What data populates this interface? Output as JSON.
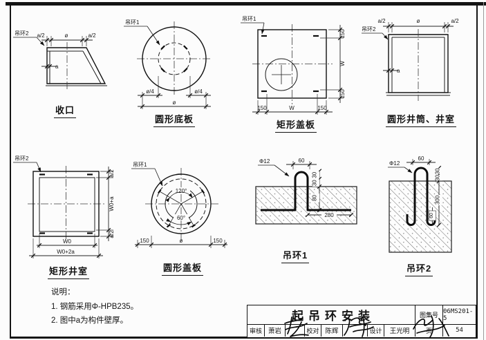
{
  "diagrams": {
    "shoukou": {
      "label": "收口",
      "callout": "吊环2",
      "dim_top_left": "a/2",
      "dim_top_mid": "ø",
      "dim_top_right": "a/2",
      "dim_side": "a"
    },
    "circular_base": {
      "label": "圆形底板",
      "callout": "吊环1",
      "dim_quarter_left": "ø/4",
      "dim_quarter_right": "ø/4",
      "dim_full": "ø"
    },
    "rect_cover": {
      "label": "矩形盖板",
      "callout": "吊环1",
      "dim_right_top": "150",
      "dim_right_mid": "W",
      "dim_right_bottom": "150",
      "dim_bottom_left": "150",
      "dim_bottom_mid": "W",
      "dim_bottom_right": "150"
    },
    "circular_shaft": {
      "label": "圆形井筒、井室",
      "callout": "吊环2",
      "dim_top_left": "a/2",
      "dim_top_mid": "ø",
      "dim_top_right": "a/2",
      "dim_side": "a"
    },
    "rect_chamber": {
      "label": "矩形井室",
      "callout": "吊环2",
      "dim_right_top": "a/2",
      "dim_right_mid": "W0+a",
      "dim_right_bottom": "a/2",
      "dim_bottom_inner": "W0",
      "dim_bottom_outer": "W0+2a"
    },
    "circular_cover": {
      "label": "圆形盖板",
      "callout": "吊环1",
      "angle_top": "120°",
      "angle_bottom": "60°",
      "dim_left": "150",
      "dim_mid": "ø",
      "dim_right": "150"
    },
    "ring1": {
      "label": "吊环1",
      "bar_dia": "Φ12",
      "dim_width": "60",
      "dim_h1": "30",
      "dim_h2": "30",
      "dim_h3": "80",
      "dim_leg": "280"
    },
    "ring2": {
      "label": "吊环2",
      "bar_dia": "Φ12",
      "dim_width": "60",
      "dim_h1": "30",
      "dim_h2": "30",
      "dim_embed": "300",
      "dim_hook": "60"
    }
  },
  "notes": {
    "heading": "说明：",
    "items": [
      "1. 钢筋采用Φ-HPB235。",
      "2. 图中a为构件壁厚。"
    ]
  },
  "title_block": {
    "title": "起吊环安装",
    "atlas_label": "图集号",
    "atlas_no": "06MS201-5",
    "page_label": "页",
    "page_no": "54",
    "reviewer_label": "审核",
    "reviewer_name": "萧岩",
    "checker_label": "校对",
    "checker_name": "陈辉",
    "designer_label": "设计",
    "designer_name": "王光明"
  }
}
